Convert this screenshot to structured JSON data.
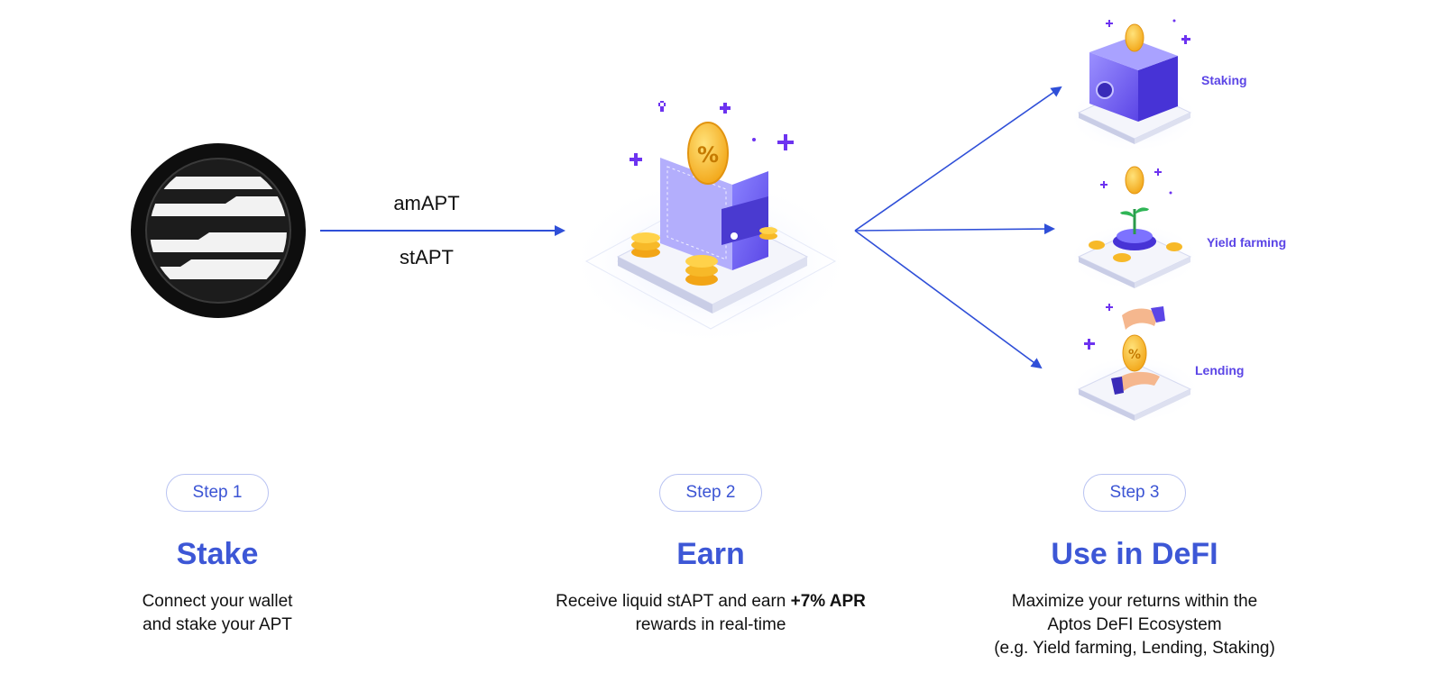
{
  "flow": {
    "token_a": "amAPT",
    "token_b": "stAPT"
  },
  "defi_cards": {
    "staking": "Staking",
    "yield_farming": "Yield farming",
    "lending": "Lending"
  },
  "steps": [
    {
      "pill": "Step 1",
      "title": "Stake",
      "desc_line1": "Connect your wallet",
      "desc_line2": "and stake your APT"
    },
    {
      "pill": "Step 2",
      "title": "Earn",
      "desc_line1_prefix": "Receive liquid stAPT and earn ",
      "desc_line1_bold": "+7% APR",
      "desc_line2": "rewards in real-time"
    },
    {
      "pill": "Step 3",
      "title": "Use in DeFI",
      "desc_line1": "Maximize your returns within the",
      "desc_line2": "Aptos DeFI Ecosystem",
      "desc_line3": "(e.g. Yield farming, Lending, Staking)"
    }
  ],
  "colors": {
    "accent_blue": "#3d57d6",
    "arrow_blue": "#2f4fd8",
    "illustration_purple": "#6d5ff0",
    "coin_gold": "#f7b928"
  }
}
